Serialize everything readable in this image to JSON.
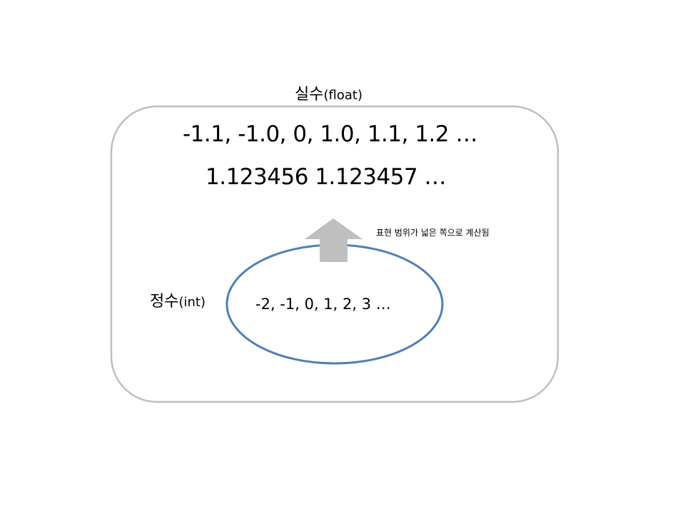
{
  "float_set": {
    "title": "실수",
    "title_paren": "(float)",
    "line1": "-1.1, -1.0, 0, 1.0, 1.1, 1.2 …",
    "line2": "1.123456 1.123457 …",
    "box_border_color": "#bfbfbf"
  },
  "int_set": {
    "title": "정수",
    "title_paren": "(int)",
    "values": "-2, -1, 0, 1, 2, 3 …",
    "ellipse_color": "#4f7fb7"
  },
  "promotion_arrow": {
    "label": "표현 범위가 넓은 쪽으로 계산됨",
    "color": "#bfbfbf"
  }
}
